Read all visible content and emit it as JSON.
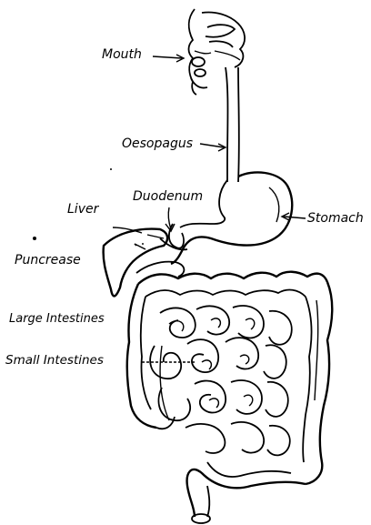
{
  "labels": {
    "mouth": "Mouth",
    "oesophagus": "Oesopagus",
    "duodenum": "Duodenum",
    "liver": "Liver",
    "stomach": "Stomach",
    "pancreas": "Puncrease",
    "large_intestines": "Large Intestines",
    "small_intestines": "Small Intestines"
  }
}
